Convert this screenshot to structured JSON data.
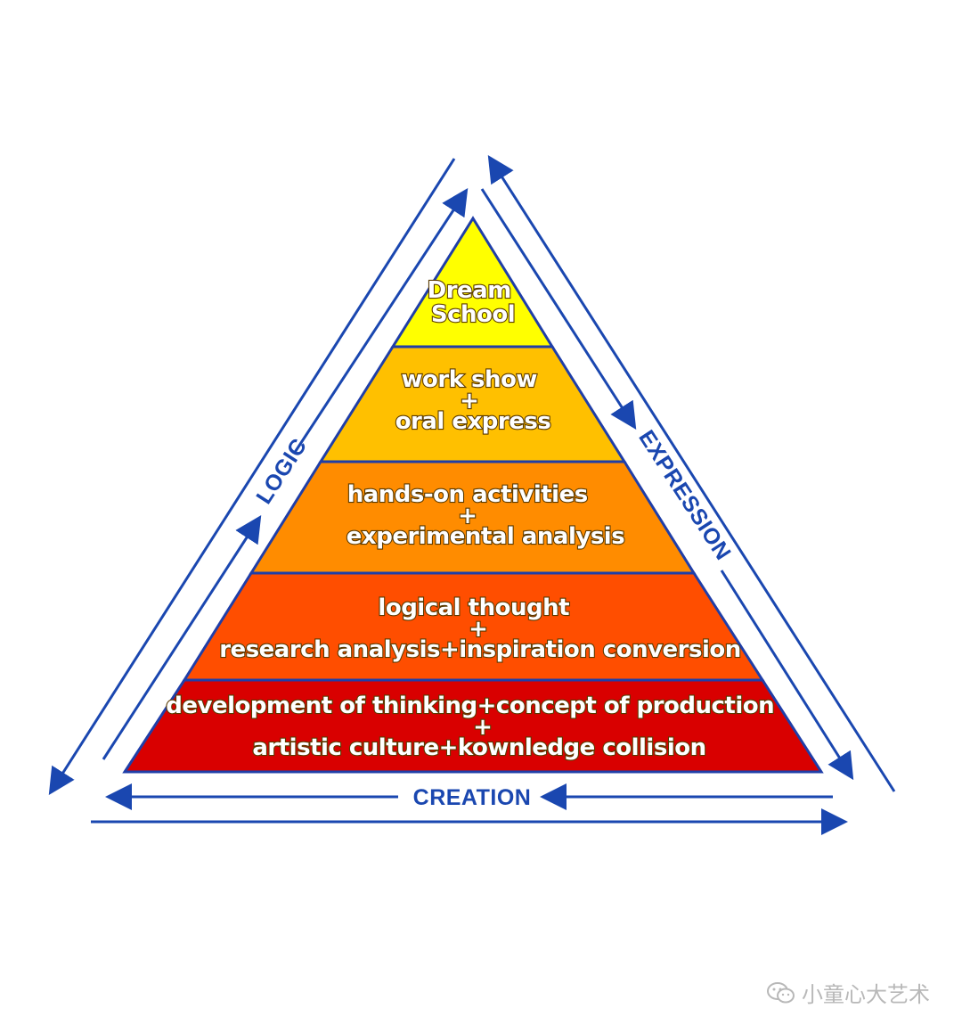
{
  "pyramid": {
    "tiers": [
      {
        "lines": [
          "Dream",
          "School"
        ],
        "color": "#ffff00"
      },
      {
        "lines": [
          "work show",
          "+",
          "oral express"
        ],
        "color": "#ffc000"
      },
      {
        "lines": [
          "hands-on activities",
          "+",
          "experimental analysis"
        ],
        "color": "#ff8c00"
      },
      {
        "lines": [
          "logical thought",
          "+",
          "research analysis+inspiration conversion"
        ],
        "color": "#ff4e00"
      },
      {
        "lines": [
          "development of thinking+concept of production",
          "+",
          "artistic culture+kownledge collision"
        ],
        "color": "#d90000"
      }
    ],
    "outline_color": "#1f3ea8"
  },
  "labels": {
    "left": "LOGIC",
    "right": "EXPRESSION",
    "bottom": "CREATION"
  },
  "colors": {
    "arrow": "#1a47b0"
  },
  "watermark": {
    "text": "小童心大艺术",
    "icon": "wechat-icon"
  }
}
